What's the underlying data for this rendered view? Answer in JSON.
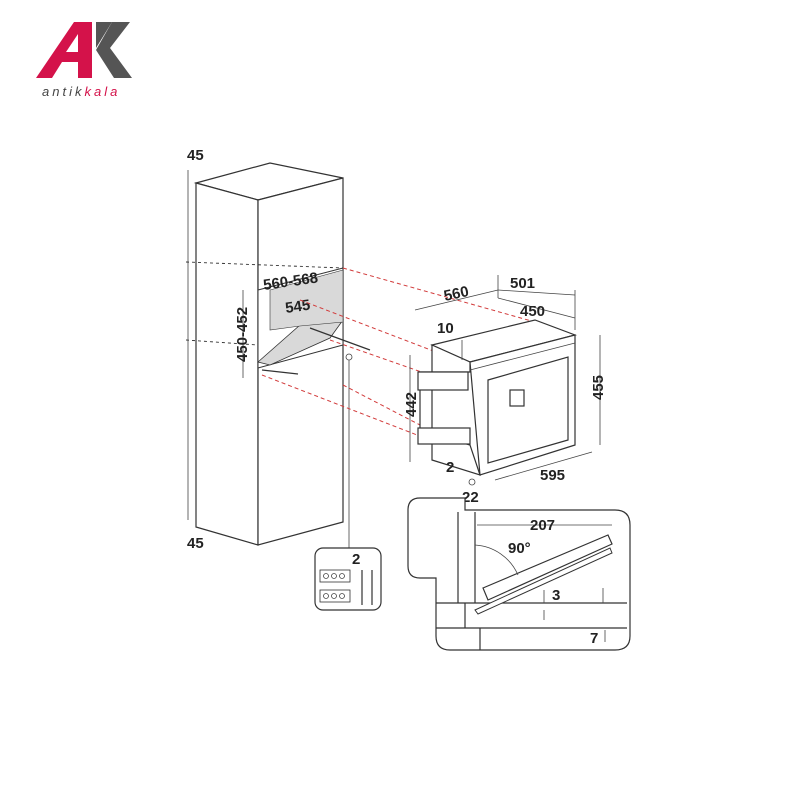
{
  "logo": {
    "brand": "antikkala",
    "letters": "AK",
    "colors": {
      "primary": "#d4124a",
      "secondary": "#555555"
    }
  },
  "dimensions": {
    "cabinet_top": "45",
    "cabinet_bottom": "45",
    "niche_width": "560-568",
    "niche_depth": "545",
    "niche_height": "450-452",
    "appliance_depth": "560",
    "appliance_total_depth": "501",
    "appliance_body_depth": "450",
    "top_gap": "10",
    "body_height": "442",
    "front_height": "455",
    "front_width": "595",
    "bottom_gap": "2",
    "front_overhang": "22",
    "rail_detail_gap": "2",
    "door_length": "207",
    "door_angle": "90°",
    "door_gap": "3",
    "floor_gap": "7"
  },
  "colors": {
    "guide_lines": "#d23b3b",
    "shelf": "#d9d9d9"
  }
}
